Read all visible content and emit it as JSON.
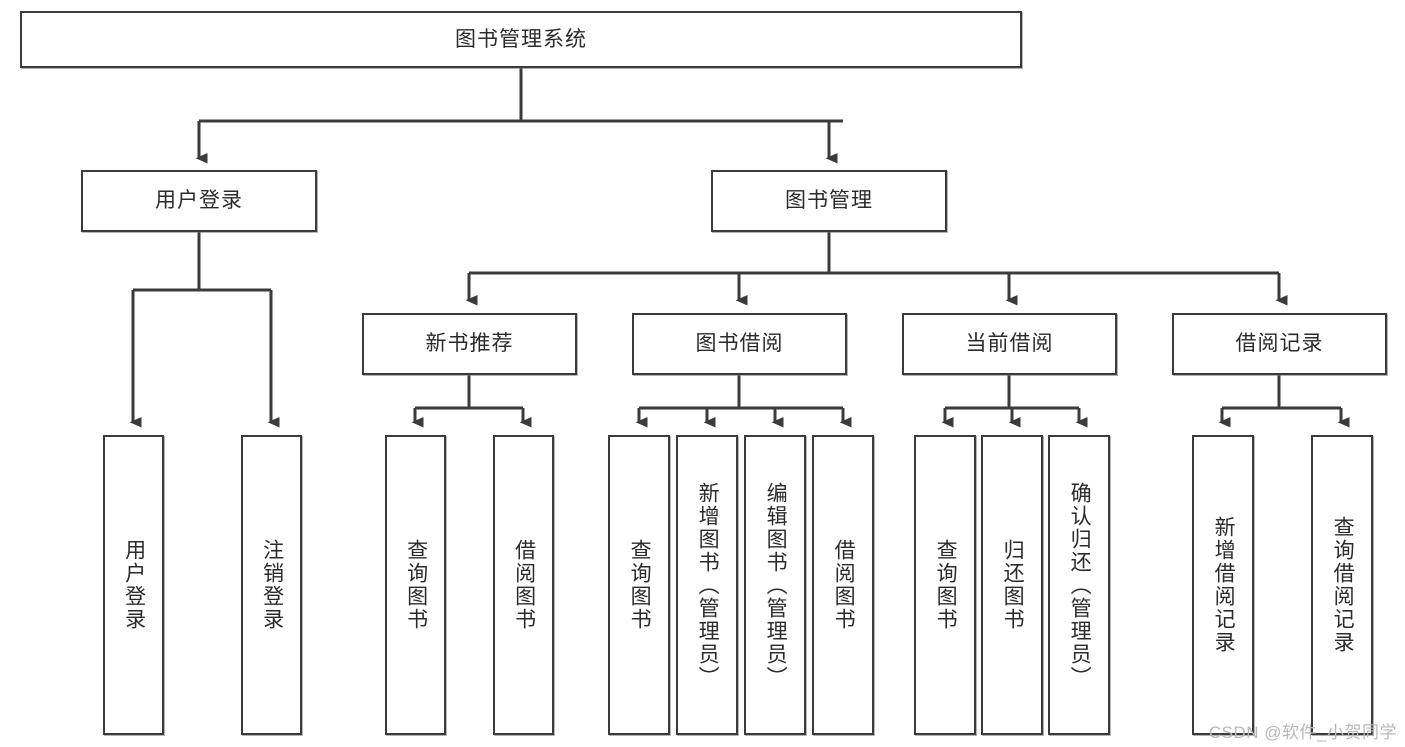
{
  "diagram": {
    "title": "图书管理系统",
    "type": "tree-hierarchy-chart",
    "root": {
      "label": "图书管理系统"
    },
    "level2": [
      {
        "label": "用户登录"
      },
      {
        "label": "图书管理"
      }
    ],
    "level3": [
      {
        "label": "新书推荐"
      },
      {
        "label": "图书借阅"
      },
      {
        "label": "当前借阅"
      },
      {
        "label": "借阅记录"
      }
    ],
    "leaves": {
      "user_login": [
        {
          "label": "用户登录"
        },
        {
          "label": "注销登录"
        }
      ],
      "new_book_recommend": [
        {
          "label": "查询图书"
        },
        {
          "label": "借阅图书"
        }
      ],
      "book_borrow": [
        {
          "label": "查询图书"
        },
        {
          "label": "新增图书（管理员）"
        },
        {
          "label": "编辑图书（管理员）"
        },
        {
          "label": "借阅图书"
        }
      ],
      "current_borrow": [
        {
          "label": "查询图书"
        },
        {
          "label": "归还图书"
        },
        {
          "label": "确认归还（管理员）"
        }
      ],
      "borrow_record": [
        {
          "label": "新增借阅记录"
        },
        {
          "label": "查询借阅记录"
        }
      ]
    }
  },
  "watermark": {
    "text": "CSDN @软件_小贺同学"
  },
  "colors": {
    "stroke": "#3b3b3b",
    "box_fill": "#ffffff",
    "text": "#2b2b2b",
    "watermark": "#b8b8b8",
    "background": "#ffffff"
  }
}
